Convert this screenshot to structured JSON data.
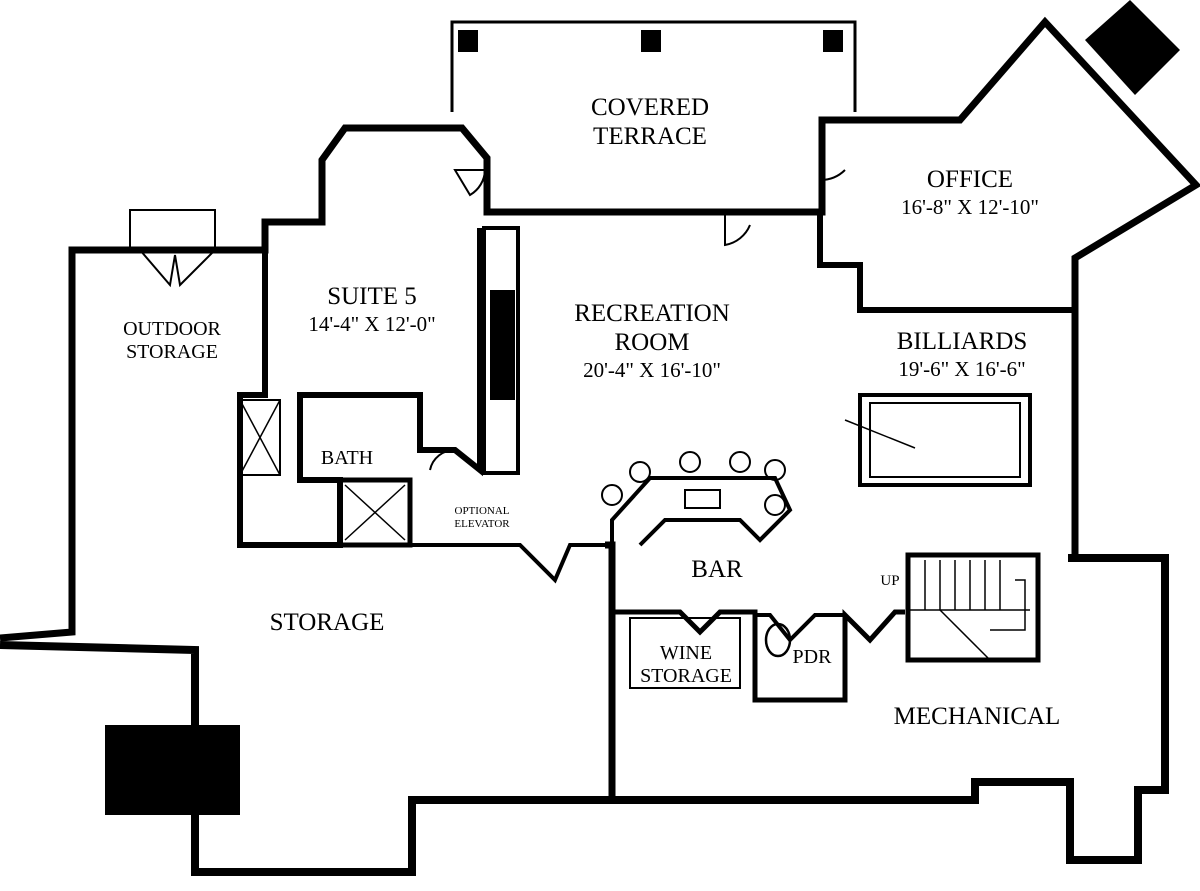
{
  "plan": {
    "covered_terrace": {
      "line1": "COVERED",
      "line2": "TERRACE"
    },
    "office": {
      "name": "OFFICE",
      "dims": "16'-8\" X 12'-10\""
    },
    "suite5": {
      "name": "SUITE 5",
      "dims": "14'-4\" X 12'-0\""
    },
    "outdoor_storage": {
      "line1": "OUTDOOR",
      "line2": "STORAGE"
    },
    "recreation_room": {
      "line1": "RECREATION",
      "line2": "ROOM",
      "dims": "20'-4\" X 16'-10\""
    },
    "billiards": {
      "name": "BILLIARDS",
      "dims": "19'-6\" X 16'-6\""
    },
    "bath": {
      "name": "BATH"
    },
    "optional_elevator": {
      "line1": "OPTIONAL",
      "line2": "ELEVATOR"
    },
    "bar": {
      "name": "BAR"
    },
    "stairs": {
      "label": "UP"
    },
    "wine_storage": {
      "line1": "WINE",
      "line2": "STORAGE"
    },
    "pdr": {
      "name": "PDR"
    },
    "storage": {
      "name": "STORAGE"
    },
    "mechanical": {
      "name": "MECHANICAL"
    }
  }
}
